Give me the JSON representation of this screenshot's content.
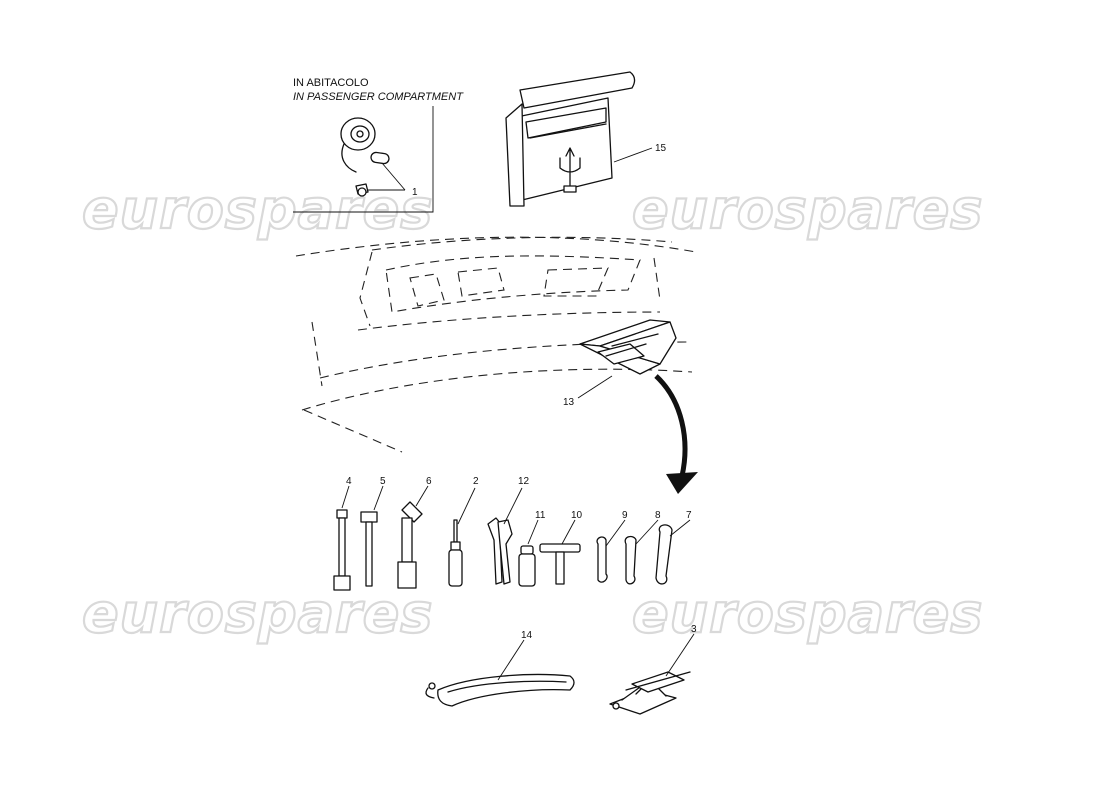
{
  "inset": {
    "title": "IN ABITACOLO",
    "subtitle": "IN PASSENGER COMPARTMENT"
  },
  "watermark": "eurospares",
  "callouts": {
    "c1": "1",
    "c2": "2",
    "c3": "3",
    "c4": "4",
    "c5": "5",
    "c6": "6",
    "c7": "7",
    "c8": "8",
    "c9": "9",
    "c10": "10",
    "c11": "11",
    "c12": "12",
    "c13": "13",
    "c14": "14",
    "c15": "15"
  },
  "colors": {
    "line": "#111111",
    "watermark_stroke": "#d9d9d9",
    "background": "#ffffff"
  }
}
